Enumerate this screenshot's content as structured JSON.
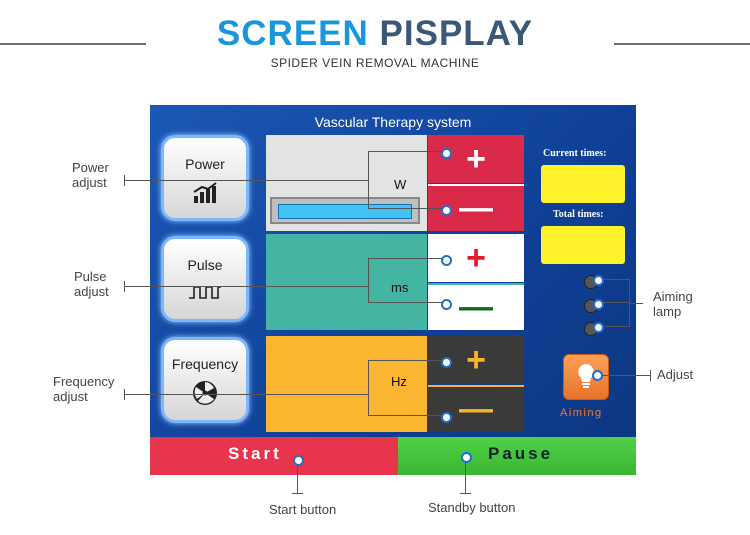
{
  "header": {
    "title_part1": "SCREEN",
    "title_part2": "PISPLAY",
    "subtitle": "SPIDER VEIN REMOVAL MACHINE"
  },
  "screen": {
    "title": "Vascular Therapy system",
    "power": {
      "label": "Power",
      "unit": "W",
      "icon": "bar-chart-up-icon",
      "color": "#d92a4a"
    },
    "pulse": {
      "label": "Pulse",
      "unit": "ms",
      "icon": "square-wave-icon",
      "color": "#44b5a2"
    },
    "frequency": {
      "label": "Frequency",
      "unit": "Hz",
      "icon": "fan-icon",
      "color": "#fbb531"
    },
    "plus_symbol": "+",
    "minus_symbol": "—",
    "current_times_label": "Current times:",
    "total_times_label": "Total times:",
    "aiming_label": "Aiming",
    "start_label": "Start",
    "pause_label": "Pause"
  },
  "callouts": {
    "power": "Power\nadjust",
    "pulse": "Pulse\nadjust",
    "frequency": "Frequency\nadjust",
    "aiming_lamp": "Aiming\nlamp",
    "adjust": "Adjust",
    "start_button": "Start button",
    "standby_button": "Standby button"
  },
  "colors": {
    "title_blue": "#1a96dc",
    "title_dark": "#3b5876",
    "screen_blue": "#1b58b6",
    "display_yellow": "#fff22b",
    "start_red": "#e8344c",
    "pause_green": "#48c63c",
    "aiming_orange": "#f58a3b"
  }
}
